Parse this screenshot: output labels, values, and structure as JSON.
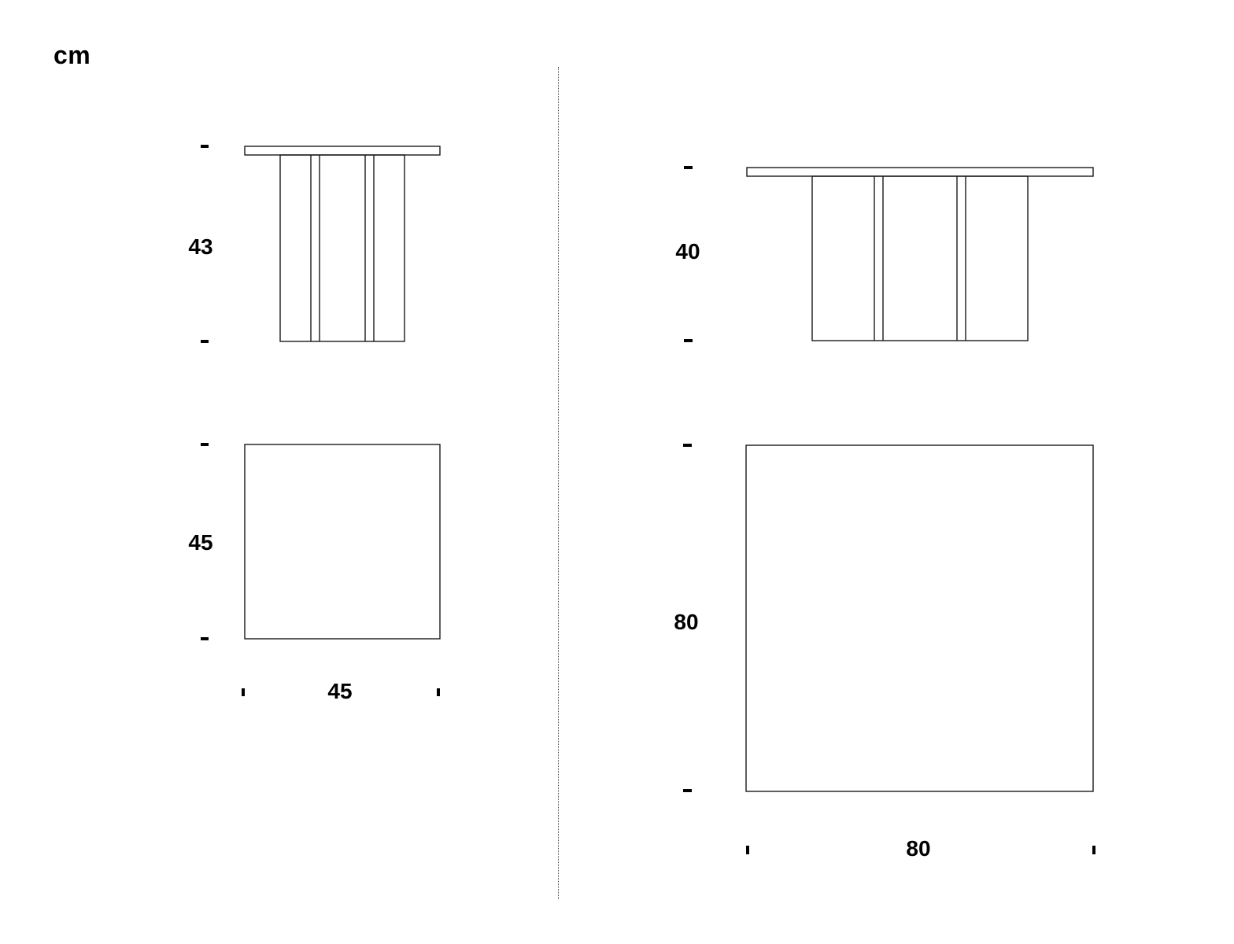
{
  "unit": "cm",
  "small_table": {
    "elevation_height": "43",
    "plan_depth": "45",
    "plan_width": "45"
  },
  "large_table": {
    "elevation_height": "40",
    "plan_depth": "80",
    "plan_width": "80"
  }
}
